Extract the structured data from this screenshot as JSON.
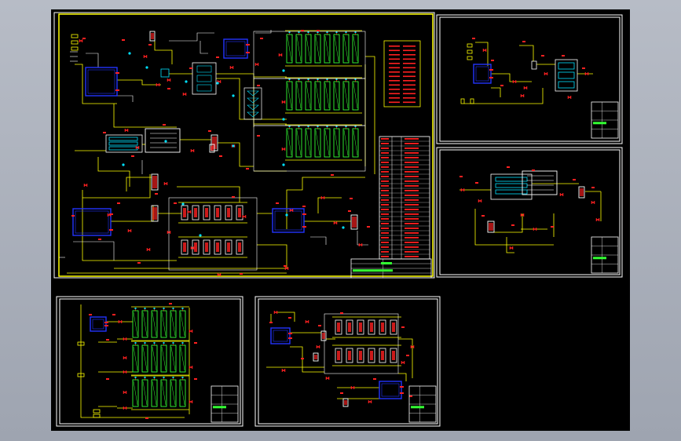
{
  "viewport": {
    "background": "#a8adb8",
    "canvas_background": "#000000"
  },
  "colors": {
    "frame_main": "#ffff00",
    "frame_sheet": "#ffffff",
    "pipe": "#ffff00",
    "pipe_alt": "#ffffff",
    "tank": "#2233ff",
    "column": "#33ff33",
    "valve": "#ff2020",
    "label": "#ff2020",
    "cyan": "#00e0ff"
  },
  "sheets": [
    {
      "id": "main",
      "type": "process-flow-drawing"
    },
    {
      "id": "sheet-2",
      "type": "process-flow-drawing"
    },
    {
      "id": "sheet-3",
      "type": "process-flow-drawing"
    },
    {
      "id": "sheet-4",
      "type": "process-flow-drawing"
    },
    {
      "id": "sheet-5",
      "type": "process-flow-drawing"
    }
  ],
  "title_block": {
    "id": "main-title-block"
  },
  "legend_table": {
    "id": "equipment-legend"
  }
}
